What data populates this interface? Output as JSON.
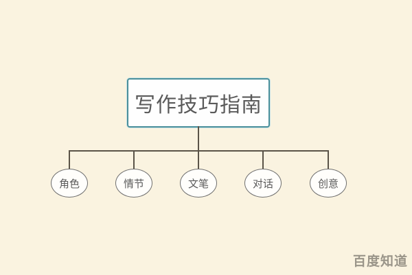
{
  "diagram": {
    "type": "mind-map",
    "root": {
      "label": "写作技巧指南"
    },
    "children": [
      {
        "label": "角色"
      },
      {
        "label": "情节"
      },
      {
        "label": "文笔"
      },
      {
        "label": "对话"
      },
      {
        "label": "创意"
      }
    ]
  },
  "watermark": {
    "text": "百度知道"
  },
  "colors": {
    "background": "#faf3e0",
    "root_border": "#4a8f9a",
    "connector": "#5a5347",
    "node_text": "#5a5a5a"
  }
}
